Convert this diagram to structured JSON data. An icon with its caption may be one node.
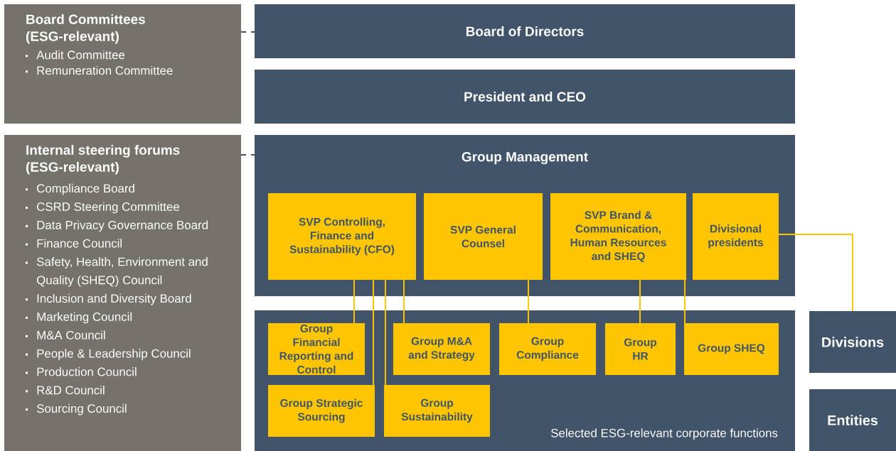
{
  "diagram": {
    "nodes": [
      {
        "text": [
          "Board Committees (ESG-relevant)",
          "Audit Committee",
          "Remuneration Committee"
        ]
      },
      {
        "text": [
          "Board of Directors"
        ]
      },
      {
        "text": [
          "President and CEO"
        ]
      },
      {
        "text": [
          "Internal steering forums (ESG-relevant)",
          "Compliance Board",
          "CSRD Steering Committee",
          "Data Privacy Governance Board",
          "Finance Council",
          "Safety, Health, Environment and Quality (SHEQ) Council",
          "Inclusion and Diversity Board",
          "Marketing Council",
          "M&A Council",
          "People & Leadership Council",
          "Production Council",
          "R&D Council",
          "Sourcing Council"
        ]
      },
      {
        "text": [
          "Group Management"
        ]
      },
      {
        "text": [
          "SVP Controlling, Finance and Sustainability (CFO)"
        ],
        "in": 4
      },
      {
        "text": [
          "SVP General Counsel"
        ],
        "in": 4
      },
      {
        "text": [
          "SVP Brand & Communication, Human Resources and SHEQ"
        ],
        "in": 4
      },
      {
        "text": [
          "Divisional presidents"
        ],
        "in": 4
      },
      {
        "text": [
          "Selected ESG-relevant corporate functions"
        ]
      },
      {
        "text": [
          "Group Financial Reporting and Control"
        ],
        "in": 9
      },
      {
        "text": [
          "Group M&A and Strategy"
        ],
        "in": 9
      },
      {
        "text": [
          "Group Compliance"
        ],
        "in": 9
      },
      {
        "text": [
          "Group HR"
        ],
        "in": 9
      },
      {
        "text": [
          "Group SHEQ"
        ],
        "in": 9
      },
      {
        "text": [
          "Group Strategic Sourcing"
        ],
        "in": 9
      },
      {
        "text": [
          "Group Sustainability"
        ],
        "in": 9
      },
      {
        "text": [
          "Divisions"
        ]
      },
      {
        "text": [
          "Entities"
        ]
      }
    ],
    "edges": [
      {
        "from": 0,
        "to": 1,
        "arrow": "none",
        "style": "dashed",
        "color": "#41546a"
      },
      {
        "from": 3,
        "to": 4,
        "arrow": "none",
        "style": "dashed",
        "color": "#41546a"
      },
      {
        "from": 5,
        "to": 10,
        "arrow": "none"
      },
      {
        "from": 5,
        "to": 15,
        "arrow": "none"
      },
      {
        "from": 5,
        "to": 16,
        "arrow": "none"
      },
      {
        "from": 5,
        "to": 11,
        "arrow": "none"
      },
      {
        "from": 6,
        "to": 12,
        "arrow": "none"
      },
      {
        "from": 7,
        "to": 13,
        "arrow": "none"
      },
      {
        "from": 7,
        "to": 14,
        "arrow": "none"
      },
      {
        "from": 8,
        "to": 17,
        "arrow": "none"
      }
    ]
  }
}
